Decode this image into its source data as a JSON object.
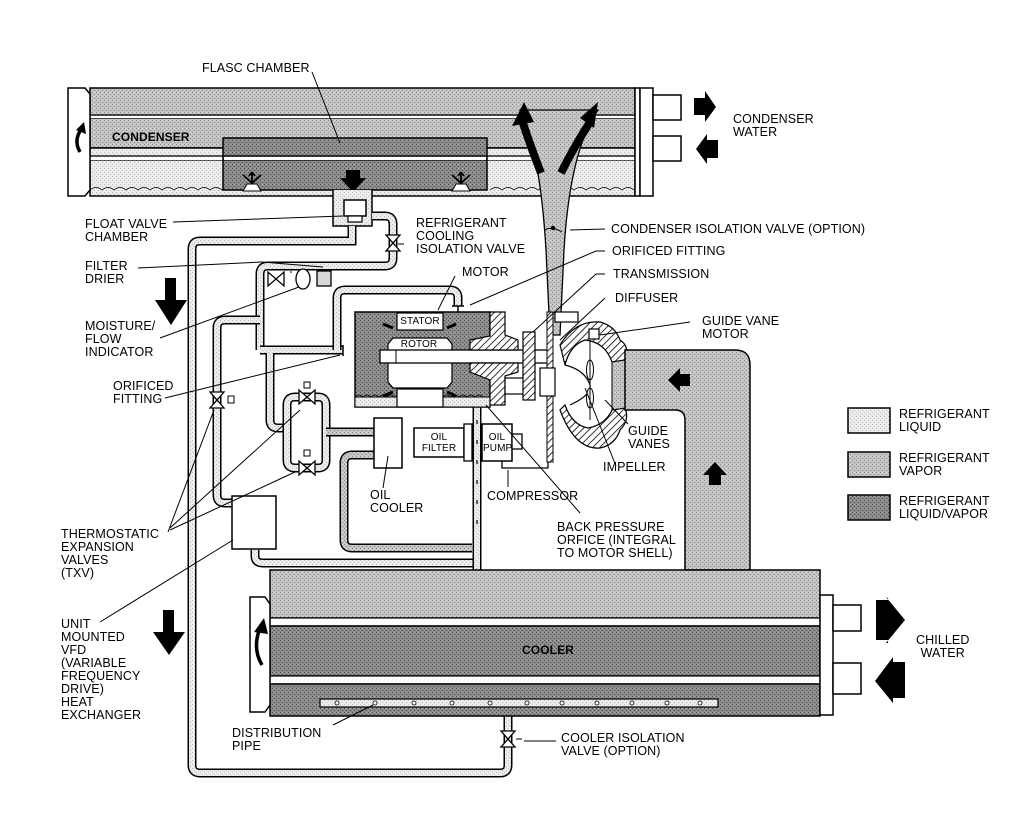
{
  "figure": {
    "type": "refrigerant flow schematic",
    "components": {
      "condenser": "CONDENSER",
      "cooler": "COOLER",
      "stator": "STATOR",
      "rotor": "ROTOR",
      "oil_filter": "OIL\nFILTER",
      "oil_pump": "OIL\nPUMP"
    },
    "callouts": {
      "flasc_chamber": "FLASC CHAMBER",
      "condenser_water": "CONDENSER\nWATER",
      "float_valve_chamber": "FLOAT VALVE\nCHAMBER",
      "refrigerant_cooling_isolation_valve": "REFRIGERANT\nCOOLING\nISOLATION VALVE",
      "condenser_isolation_valve": "CONDENSER ISOLATION VALVE (OPTION)",
      "orificed_fitting_top": "ORIFICED FITTING",
      "filter_drier": "FILTER\nDRIER",
      "motor": "MOTOR",
      "transmission": "TRANSMISSION",
      "diffuser": "DIFFUSER",
      "guide_vane_motor": "GUIDE VANE\nMOTOR",
      "moisture_flow_indicator": "MOISTURE/\nFLOW\nINDICATOR",
      "orificed_fitting_left": "ORIFICED\nFITTING",
      "guide_vanes": "GUIDE\nVANES",
      "impeller": "IMPELLER",
      "oil_cooler": "OIL\nCOOLER",
      "compressor": "COMPRESSOR",
      "back_pressure_orifice": "BACK PRESSURE\nORFICE (INTEGRAL\nTO MOTOR SHELL)",
      "txv": "THERMOSTATIC\nEXPANSION\nVALVES\n(TXV)",
      "vfd_heat_exchanger": "UNIT\nMOUNTED\nVFD\n(VARIABLE\nFREQUENCY\nDRIVE)\nHEAT\nEXCHANGER",
      "chilled_water": "CHILLED\nWATER",
      "distribution_pipe": "DISTRIBUTION\nPIPE",
      "cooler_isolation_valve": "COOLER ISOLATION\nVALVE (OPTION)"
    },
    "legend": [
      {
        "key": "liquid",
        "label": "REFRIGERANT\nLIQUID",
        "color": "#e2e2e2"
      },
      {
        "key": "vapor",
        "label": "REFRIGERANT\nVAPOR",
        "color": "#b4b4b4"
      },
      {
        "key": "liquid_vapor",
        "label": "REFRIGERANT\nLIQUID/VAPOR",
        "color": "#7d7d7d"
      }
    ],
    "colors": {
      "ink": "#000000",
      "paper": "#ffffff"
    }
  }
}
